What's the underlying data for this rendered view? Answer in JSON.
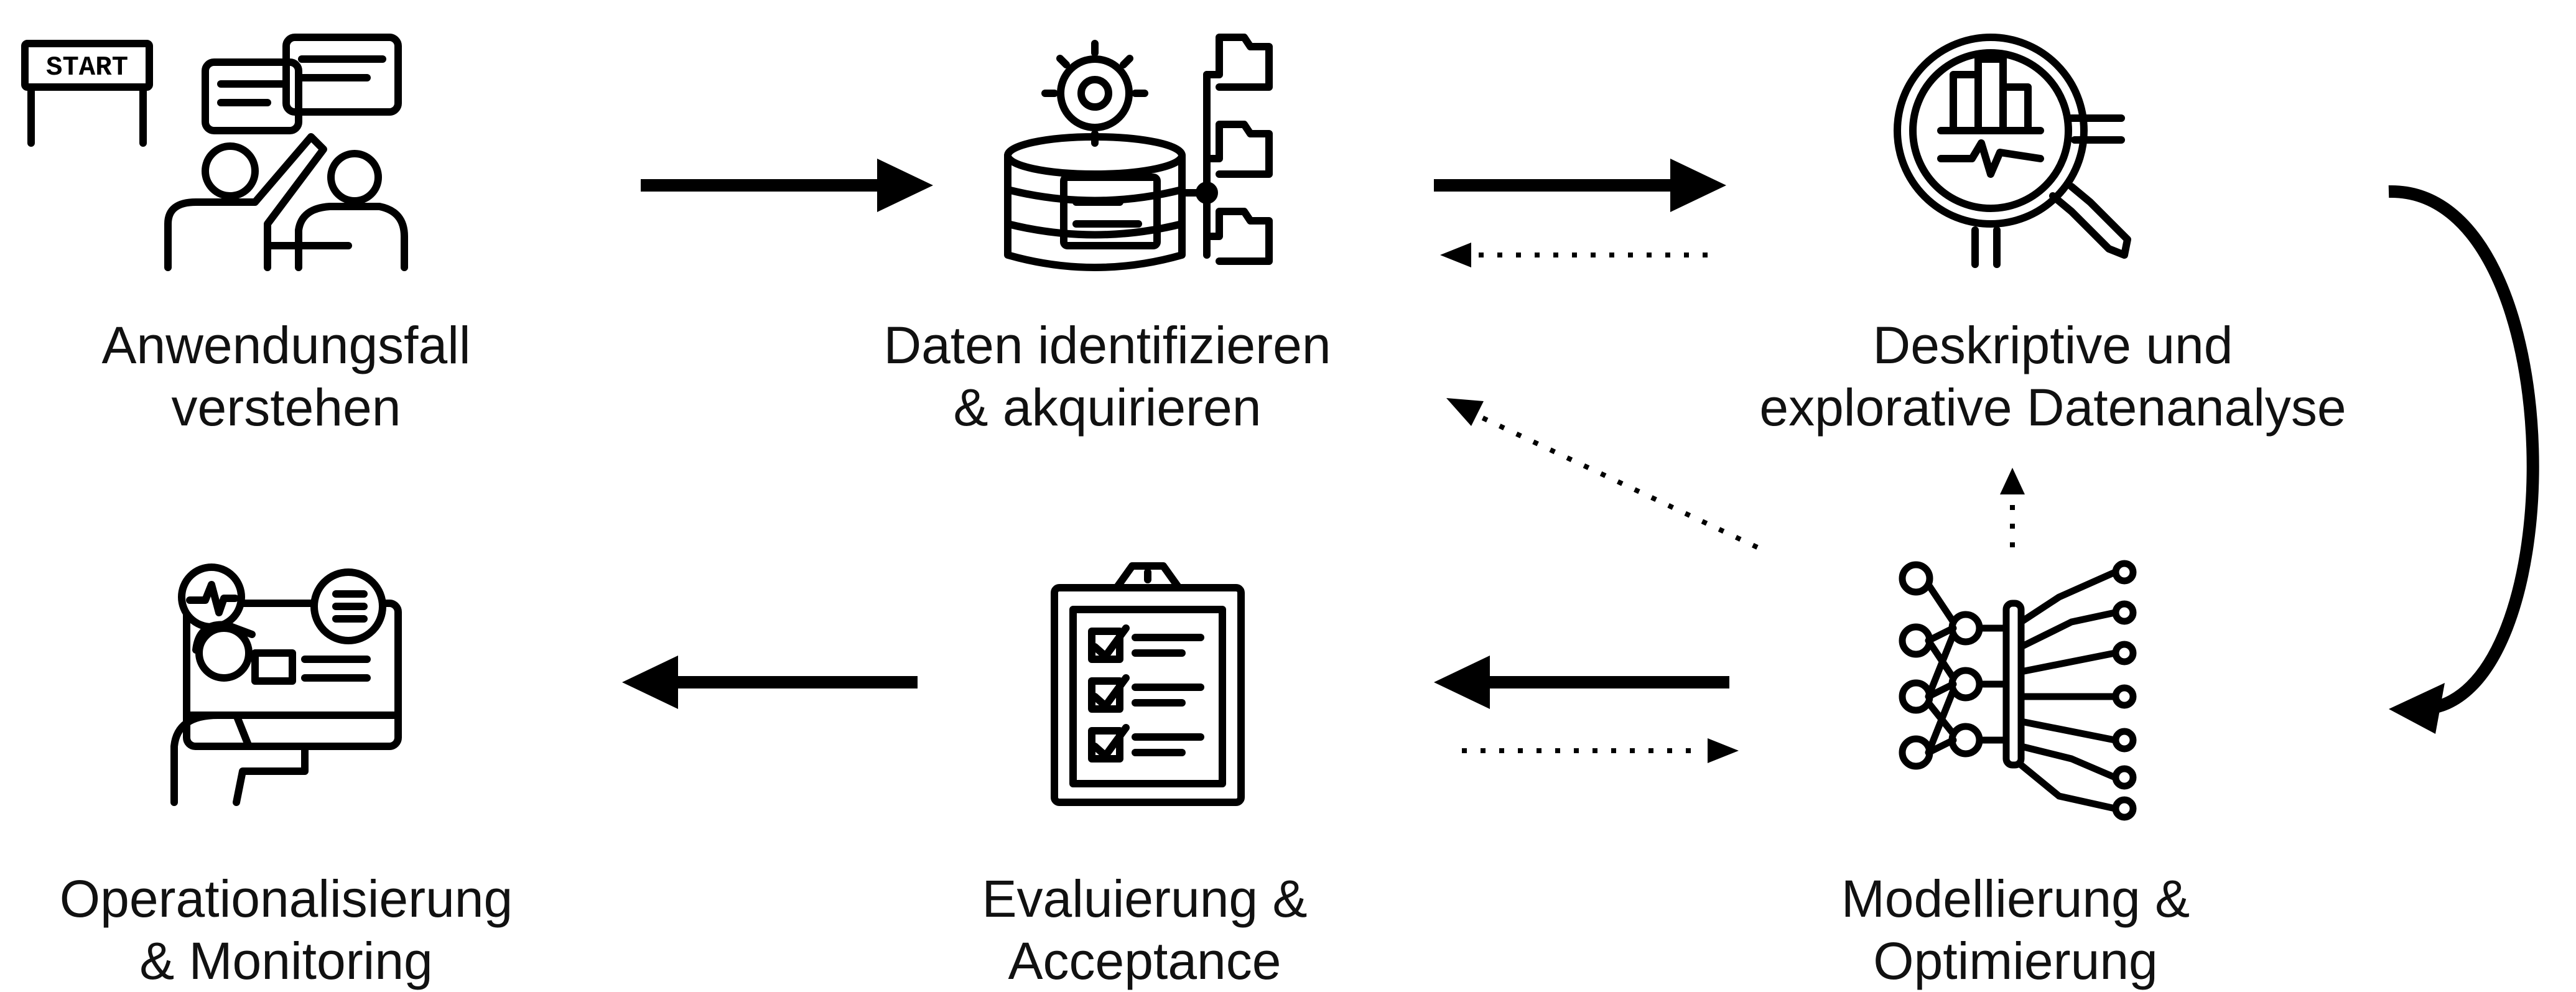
{
  "steps": [
    {
      "id": "step1",
      "line1": "Anwendungsfall",
      "line2": "verstehen",
      "icon": "presentation-people-icon",
      "banner": "START"
    },
    {
      "id": "step2",
      "line1": "Daten identifizieren",
      "line2": "& akquirieren",
      "icon": "database-gear-folders-icon"
    },
    {
      "id": "step3",
      "line1": "Deskriptive und",
      "line2": "explorative Datenanalyse",
      "icon": "magnifier-chart-icon"
    },
    {
      "id": "step4",
      "line1": "Modellierung &",
      "line2": "Optimierung",
      "icon": "neural-network-icon"
    },
    {
      "id": "step5",
      "line1": "Evaluierung &",
      "line2": "Acceptance",
      "icon": "clipboard-checklist-icon"
    },
    {
      "id": "step6",
      "line1": "Operationalisierung",
      "line2": "& Monitoring",
      "icon": "monitoring-operator-icon"
    }
  ],
  "colors": {
    "ink": "#000000",
    "background": "#ffffff"
  }
}
